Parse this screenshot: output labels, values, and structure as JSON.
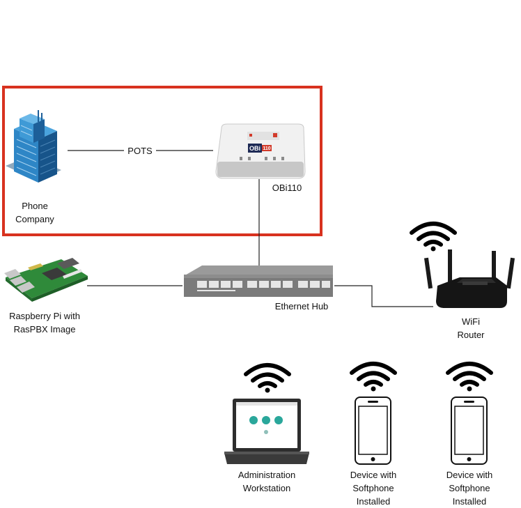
{
  "colors": {
    "highlight_box": "#d8321f",
    "line": "#222222"
  },
  "labels": {
    "phone_company": [
      "Phone",
      "Company"
    ],
    "pots": "POTS",
    "obi110": "OBi110",
    "raspberry_pi": [
      "Raspberry Pi with",
      "RasPBX Image"
    ],
    "ethernet_hub": "Ethernet Hub",
    "wifi_router": [
      "WiFi",
      "Router"
    ],
    "admin_workstation": [
      "Administration",
      "Workstation"
    ],
    "softphone_1": [
      "Device with",
      "Softphone",
      "Installed"
    ],
    "softphone_2": [
      "Device with",
      "Softphone",
      "Installed"
    ]
  },
  "device_text": {
    "obi_logo": "OBi",
    "obi_model": "110"
  },
  "icons": [
    "office-building-icon",
    "obi110-device-icon",
    "raspberry-pi-icon",
    "ethernet-hub-icon",
    "wifi-router-icon",
    "wifi-icon",
    "laptop-icon",
    "smartphone-icon"
  ]
}
